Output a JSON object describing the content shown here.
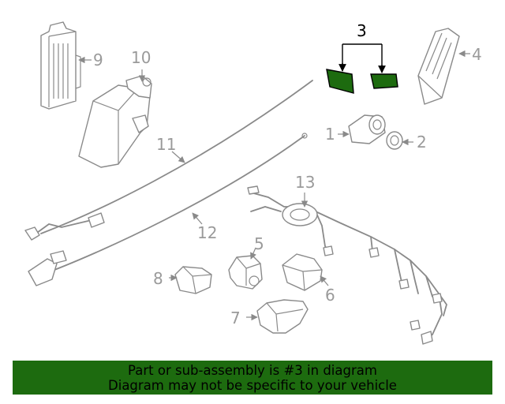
{
  "diagram": {
    "labels": {
      "p1": "1",
      "p2": "2",
      "p3": "3",
      "p4": "4",
      "p5": "5",
      "p6": "6",
      "p7": "7",
      "p8": "8",
      "p9": "9",
      "p10": "10",
      "p11": "11",
      "p12": "12",
      "p13": "13"
    },
    "highlight_color": "#1d6b0f",
    "highlighted_part": "3"
  },
  "banner": {
    "line1": "Part or sub-assembly is #3 in diagram",
    "line2": "Diagram may not be specific to your vehicle",
    "background": "#1d6b0f",
    "text_color": "#000000"
  }
}
